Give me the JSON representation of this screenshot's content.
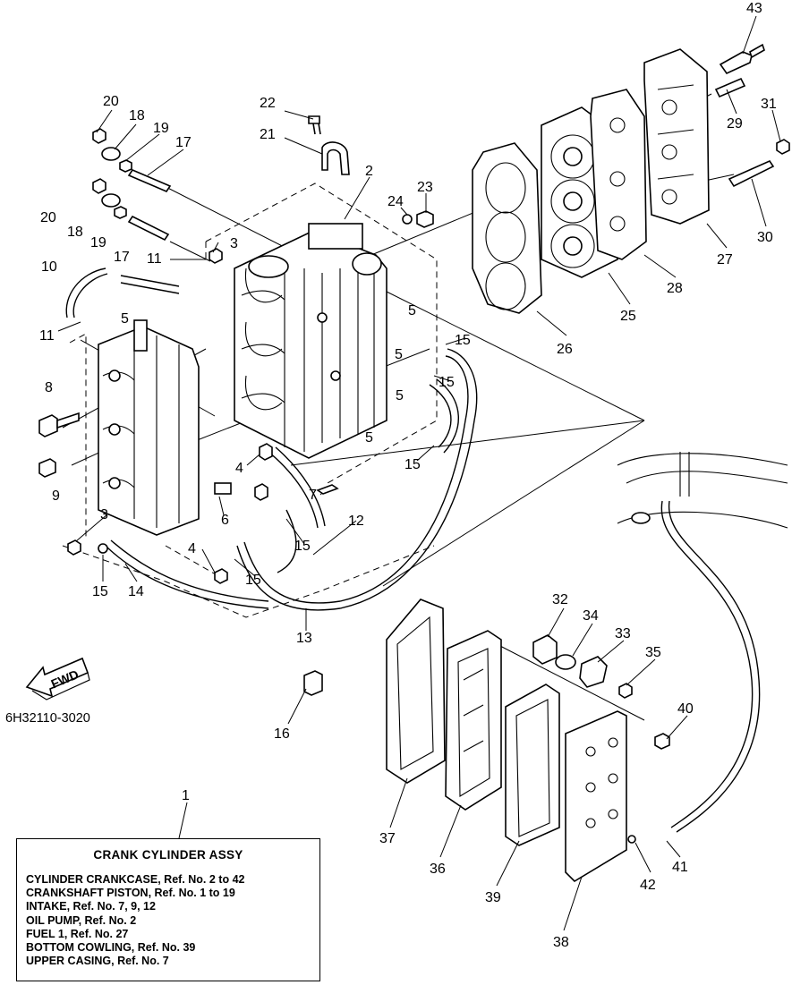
{
  "drawing_code": "6H32110-3020",
  "fwd_label": "FWD",
  "legend": {
    "title": "CRANK CYLINDER ASSY",
    "lines": [
      "CYLINDER CRANKCASE,   Ref. No. 2 to 42",
      "CRANKSHAFT PISTON,  Ref. No. 1 to 19",
      "INTAKE,  Ref. No. 7, 9, 12",
      "OIL PUMP,  Ref. No. 2",
      "FUEL 1,   Ref. No. 27",
      "BOTTOM COWLING,    Ref. No. 39",
      "UPPER CASING,  Ref. No. 7"
    ]
  },
  "callouts": [
    "43",
    "20",
    "18",
    "19",
    "17",
    "22",
    "21",
    "2",
    "31",
    "29",
    "24",
    "23",
    "20",
    "18",
    "19",
    "17",
    "3",
    "11",
    "10",
    "11",
    "5",
    "5",
    "15",
    "5",
    "15",
    "5",
    "8",
    "5",
    "15",
    "4",
    "7",
    "12",
    "9",
    "3",
    "6",
    "15",
    "4",
    "15",
    "15",
    "14",
    "13",
    "32",
    "34",
    "33",
    "35",
    "40",
    "16",
    "1",
    "37",
    "36",
    "39",
    "41",
    "42",
    "38",
    "30",
    "27",
    "28",
    "25",
    "26"
  ]
}
